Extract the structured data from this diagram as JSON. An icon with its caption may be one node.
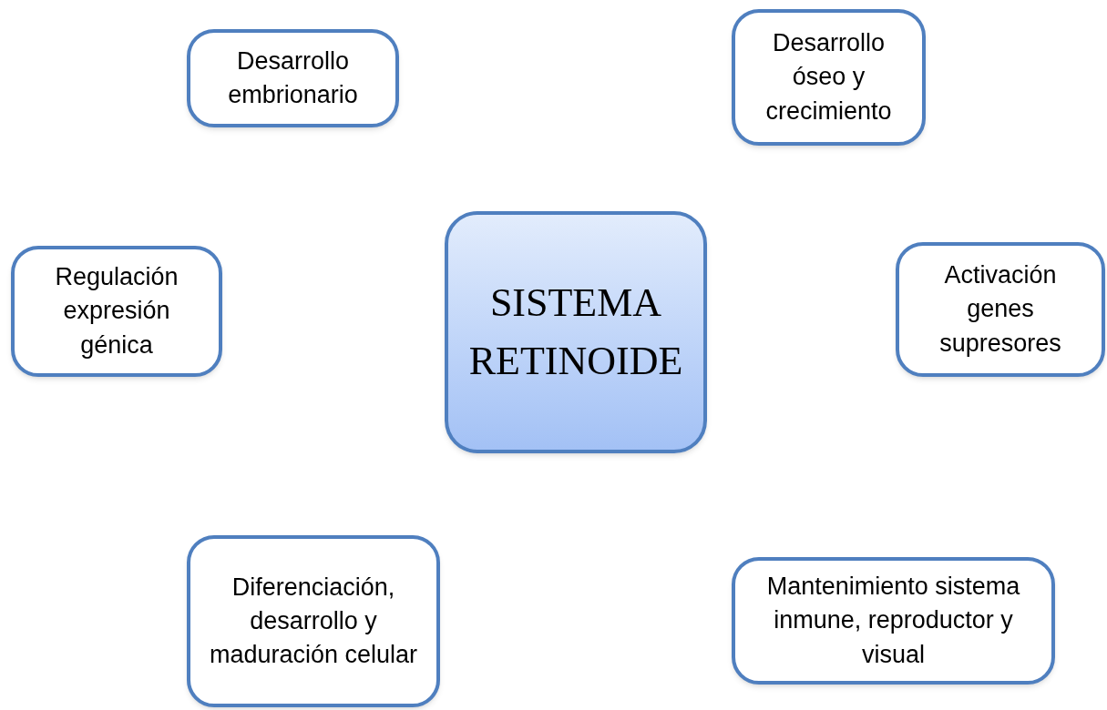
{
  "diagram": {
    "nodes": [
      {
        "text": [
          "Desarrollo embrionario"
        ]
      },
      {
        "text": [
          "Desarrollo óseo y crecimiento"
        ]
      },
      {
        "text": [
          "Regulación expresión génica"
        ]
      },
      {
        "text": [
          "SISTEMA RETINOIDE"
        ]
      },
      {
        "text": [
          "Activación genes supresores"
        ]
      },
      {
        "text": [
          "Diferenciación, desarrollo y maduración celular"
        ]
      },
      {
        "text": [
          "Mantenimiento sistema inmune, reproductor y visual"
        ]
      }
    ]
  }
}
